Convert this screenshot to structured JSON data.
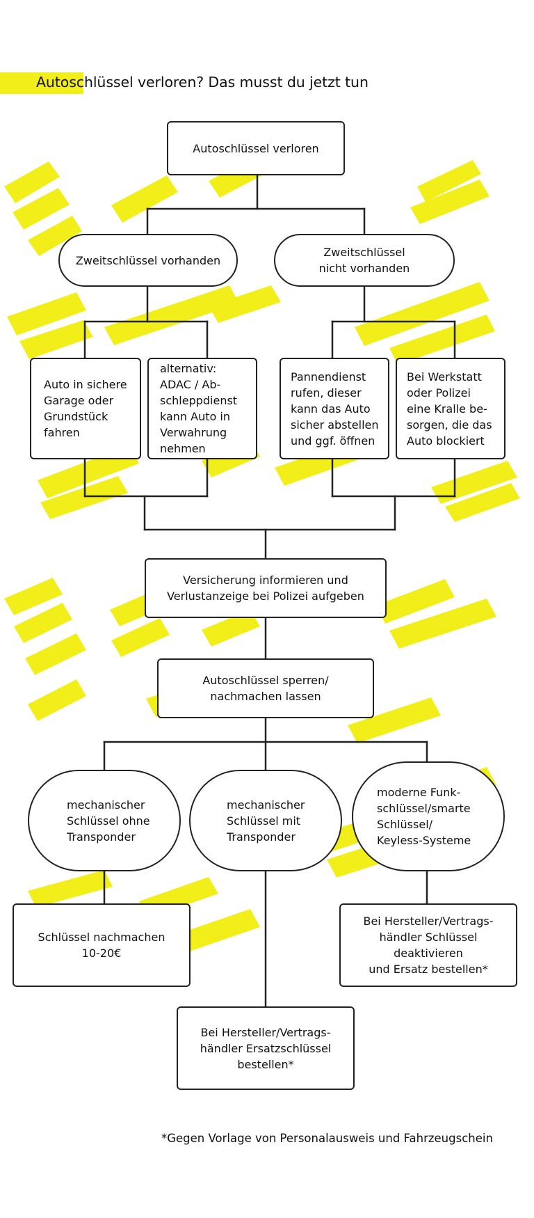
{
  "header": {
    "title": "Autoschlüssel verloren? Das musst du jetzt tun"
  },
  "nodes": {
    "start": "Autoschlüssel verloren",
    "spare_key_yes": "Zweitschlüssel vorhanden",
    "spare_key_no": "Zweitschlüssel\nnicht vorhanden",
    "safe_garage": "Auto in sichere\nGarage oder\nGrundstück\nfahren",
    "adac_tow": "alternativ:\nADAC / Ab-\nschleppdienst\nkann Auto in\nVerwahrung\nnehmen",
    "breakdown_service": "Pannendienst\nrufen, dieser\nkann das Auto\nsicher abstellen\nund ggf. öffnen",
    "wheel_clamp": "Bei Werkstatt\noder Polizei\neine Kralle be-\nsorgen, die das\nAuto blockiert",
    "insurance_police": "Versicherung informieren und\nVerlustanzeige bei Polizei aufgeben",
    "block_copy_key": "Autoschlüssel sperren/\nnachmachen lassen",
    "mech_no_transponder": "mechanischer\nSchlüssel ohne\nTransponder",
    "mech_with_transponder": "mechanischer\nSchlüssel mit\nTransponder",
    "modern_keyless": "moderne Funk-\nschlüssel/smarte\nSchlüssel/\nKeyless-Systeme",
    "copy_key_price": "Schlüssel nachmachen\n10-20€",
    "deactivate_order": "Bei Hersteller/Vertrags-\nhändler Schlüssel\ndeaktivieren\nund Ersatz bestellen*",
    "order_replacement": "Bei Hersteller/Vertrags-\nhändler Ersatzschlüssel\nbestellen*"
  },
  "footnote": "*Gegen Vorlage von Personalausweis und Fahrzeugschein",
  "colors": {
    "highlight": "#f2ee1a",
    "line": "#222222",
    "background": "#ffffff",
    "text": "#111111"
  }
}
